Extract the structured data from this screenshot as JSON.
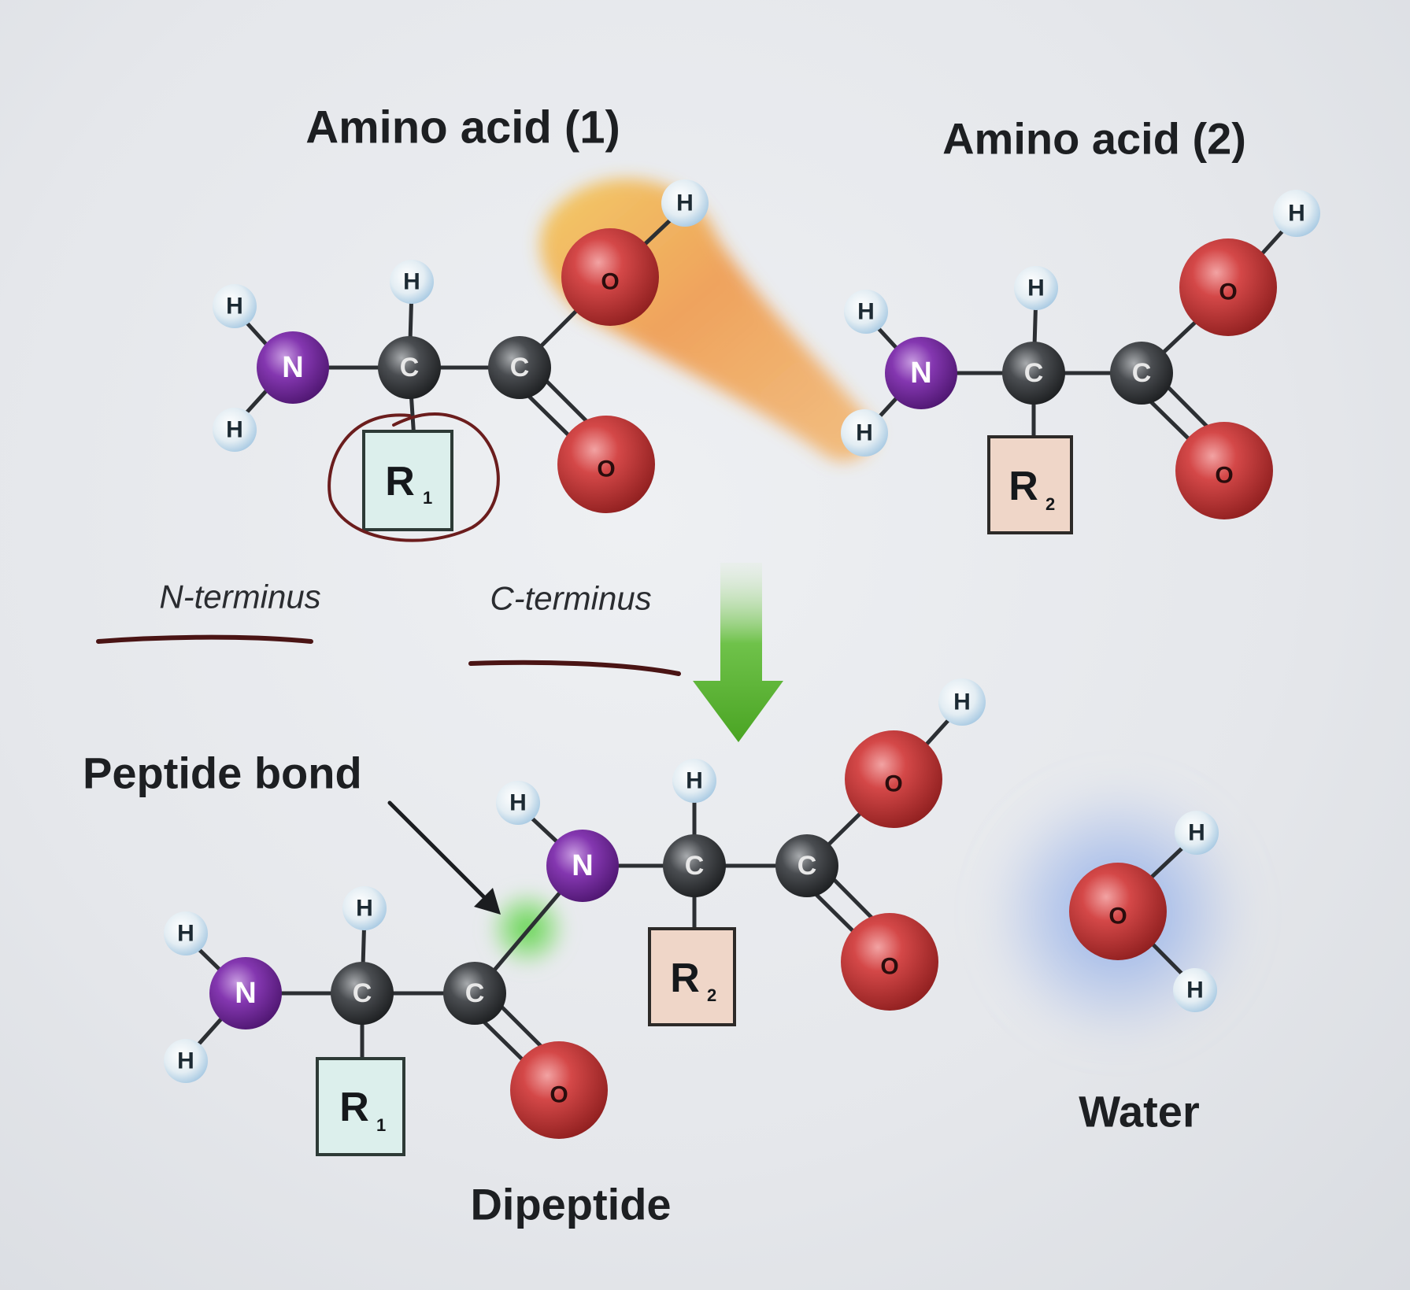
{
  "labels": {
    "amino_acid_1": "Amino acid (1)",
    "amino_acid_2": "Amino acid (2)",
    "n_terminus": "N-terminus",
    "c_terminus": "C-terminus",
    "peptide_bond": "Peptide bond",
    "dipeptide": "Dipeptide",
    "water": "Water"
  },
  "atoms": {
    "hydrogen": "H",
    "nitrogen": "N",
    "carbon": "C",
    "oxygen": "O"
  },
  "side_chains": {
    "r1": "R",
    "r1_sub": "1",
    "r2": "R",
    "r2_sub": "2"
  },
  "colors": {
    "nitrogen": "#7a2fa0",
    "carbon": "#3a3d40",
    "oxygen": "#c23a3a",
    "hydrogen": "#dfe9f0",
    "r1_box": "#dcefec",
    "r2_box": "#efd6c8",
    "reaction_arrow": "#55b02a",
    "highlight_orange": "#f39a2c",
    "highlight_green": "#4fd13a",
    "highlight_blue": "#6d97e8",
    "annotation_ink": "#6b1d1d"
  }
}
